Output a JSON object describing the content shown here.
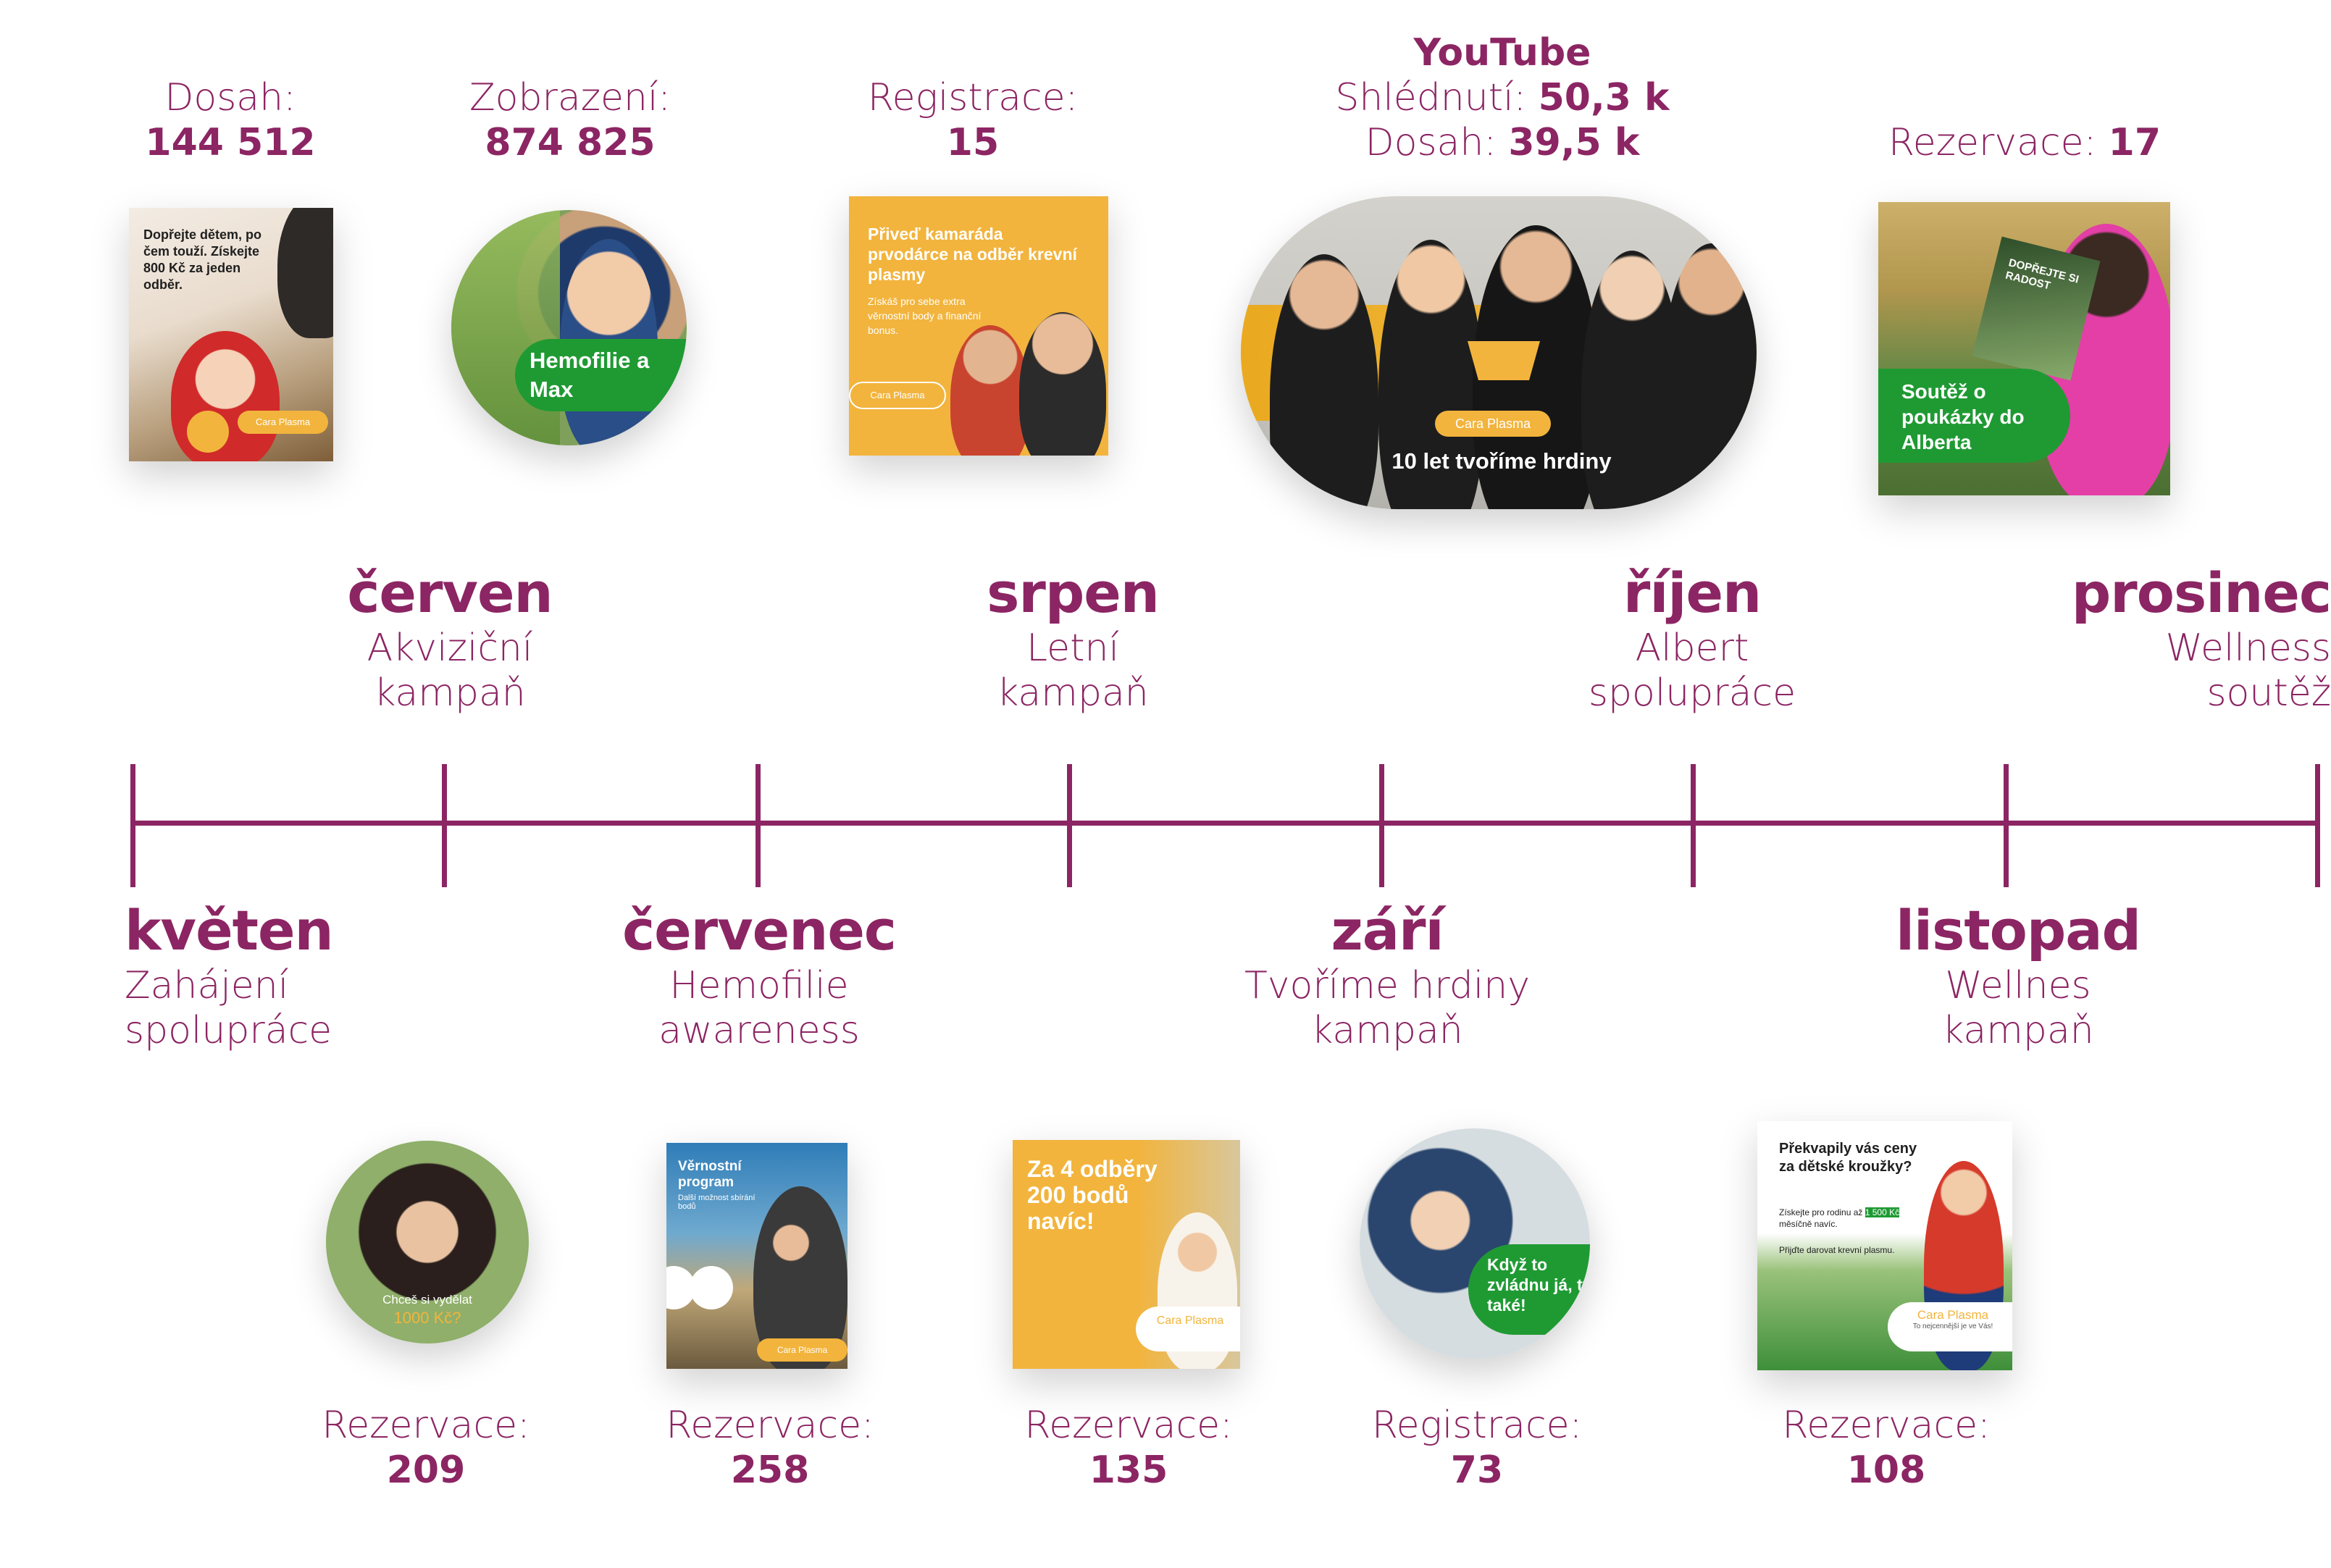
{
  "colors": {
    "accent": "#8c2563",
    "orange": "#f2b43d",
    "green": "#1f9a33",
    "dark": "#1e1e1e"
  },
  "top_metrics": {
    "m1": {
      "label": "Dosah:",
      "value": "144 512"
    },
    "m2": {
      "label": "Zobrazení:",
      "value": "874 825"
    },
    "m3": {
      "label": "Registrace:",
      "value": "15"
    },
    "m4": {
      "title": "YouTube",
      "views_label": "Shlédnutí:",
      "views_value": "50,3 k",
      "reach_label": "Dosah:",
      "reach_value": "39,5 k"
    },
    "m5": {
      "label": "Rezervace:",
      "value": "17"
    }
  },
  "bottom_metrics": {
    "m1": {
      "label": "Rezervace:",
      "value": "209"
    },
    "m2": {
      "label": "Rezervace:",
      "value": "258"
    },
    "m3": {
      "label": "Rezervace:",
      "value": "135"
    },
    "m4": {
      "label": "Registrace:",
      "value": "73"
    },
    "m5": {
      "label": "Rezervace:",
      "value": "108"
    }
  },
  "months": {
    "kveten": {
      "name": "květen",
      "line1": "Zahájení",
      "line2": "spolupráce"
    },
    "cerven": {
      "name": "červen",
      "line1": "Akviziční",
      "line2": "kampaň"
    },
    "cervenec": {
      "name": "červenec",
      "line1": "Hemofilie",
      "line2": "awareness"
    },
    "srpen": {
      "name": "srpen",
      "line1": "Letní",
      "line2": "kampaň"
    },
    "zari": {
      "name": "září",
      "line1": "Tvoříme hrdiny",
      "line2": "kampaň"
    },
    "rijen": {
      "name": "říjen",
      "line1": "Albert",
      "line2": "spolupráce"
    },
    "listopad": {
      "name": "listopad",
      "line1": "Wellnes",
      "line2": "kampaň"
    },
    "prosinec": {
      "name": "prosinec",
      "line1": "Wellness",
      "line2": "soutěž"
    }
  },
  "thumbs": {
    "t1": {
      "text": "Dopřejte dětem, po čem touží. Získejte 800 Kč za jeden odběr.",
      "brand": "Cara Plasma"
    },
    "t2": {
      "tag": "Hemofilie a Max"
    },
    "t3": {
      "headline": "Přiveď kamaráda prvodárce na odběr krevní plasmy",
      "sub": "Získáš pro sebe extra věrnostní body a finanční bonus.",
      "brand": "Cara Plasma"
    },
    "t4": {
      "brand": "Cara Plasma",
      "caption": "10 let tvoříme hrdiny"
    },
    "t5": {
      "tag": "Soutěž o poukázky do Alberta",
      "poster": "DOPŘEJTE SI RADOST"
    },
    "b1": {
      "caption": "Chceš si vydělat",
      "amount": "1000 Kč?"
    },
    "b2": {
      "headline": "Věrnostní program",
      "sub": "Další možnost sbírání bodů",
      "brand": "Cara Plasma"
    },
    "b3": {
      "headline": "Za 4 odběry 200 bodů navíc!",
      "brand": "Cara Plasma"
    },
    "b4": {
      "tag": "Když to zvládnu já, ty také!"
    },
    "b5": {
      "headline": "Překvapily vás ceny za dětské kroužky?",
      "sub": "Získejte pro rodinu až",
      "highlight": "1 500 Kč",
      "sub2": "měsíčně navíc.",
      "sub3": "Přijďte darovat krevní plasmu.",
      "brand": "Cara Plasma",
      "slogan": "To nejcennější je ve Vás!"
    }
  }
}
